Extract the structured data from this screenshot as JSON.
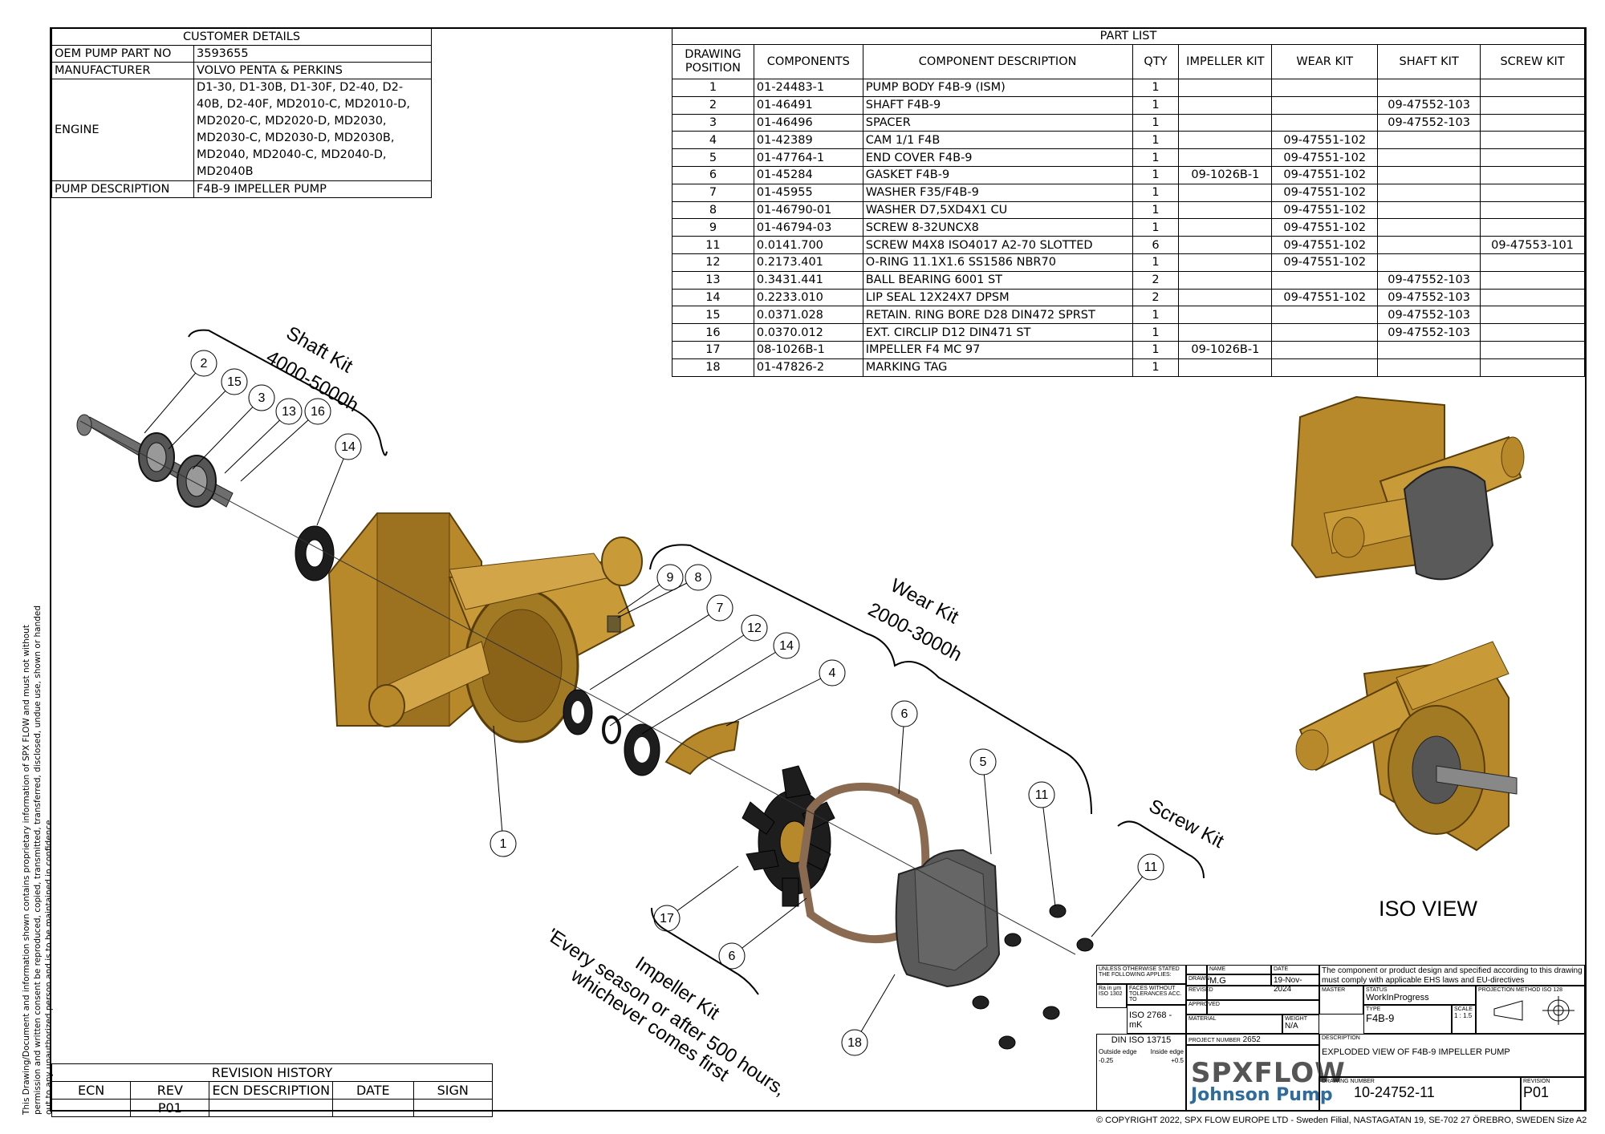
{
  "customer": {
    "title": "CUSTOMER DETAILS",
    "rows": [
      {
        "label": "OEM PUMP PART NO",
        "value": "3593655"
      },
      {
        "label": "MANUFACTURER",
        "value": "VOLVO PENTA & PERKINS"
      },
      {
        "label": "ENGINE",
        "value": "D1-30, D1-30B, D1-30F, D2-40, D2-40B, D2-40F, MD2010-C, MD2010-D, MD2020-C, MD2020-D, MD2030, MD2030-C, MD2030-D, MD2030B, MD2040, MD2040-C, MD2040-D, MD2040B"
      },
      {
        "label": "PUMP DESCRIPTION",
        "value": "F4B-9 IMPELLER PUMP"
      }
    ]
  },
  "part_list": {
    "title": "PART LIST",
    "headers": [
      "DRAWING POSITION",
      "COMPONENTS",
      "COMPONENT DESCRIPTION",
      "QTY",
      "IMPELLER KIT",
      "WEAR KIT",
      "SHAFT KIT",
      "SCREW KIT"
    ],
    "rows": [
      [
        "1",
        "01-24483-1",
        "PUMP BODY F4B-9 (ISM)",
        "1",
        "",
        "",
        "",
        ""
      ],
      [
        "2",
        "01-46491",
        "SHAFT F4B-9",
        "1",
        "",
        "",
        "09-47552-103",
        ""
      ],
      [
        "3",
        "01-46496",
        "SPACER",
        "1",
        "",
        "",
        "09-47552-103",
        ""
      ],
      [
        "4",
        "01-42389",
        "CAM 1/1 F4B",
        "1",
        "",
        "09-47551-102",
        "",
        ""
      ],
      [
        "5",
        "01-47764-1",
        "END COVER F4B-9",
        "1",
        "",
        "09-47551-102",
        "",
        ""
      ],
      [
        "6",
        "01-45284",
        "GASKET F4B-9",
        "1",
        "09-1026B-1",
        "09-47551-102",
        "",
        ""
      ],
      [
        "7",
        "01-45955",
        "WASHER F35/F4B-9",
        "1",
        "",
        "09-47551-102",
        "",
        ""
      ],
      [
        "8",
        "01-46790-01",
        "WASHER D7,5XD4X1 CU",
        "1",
        "",
        "09-47551-102",
        "",
        ""
      ],
      [
        "9",
        "01-46794-03",
        "SCREW 8-32UNCX8",
        "1",
        "",
        "09-47551-102",
        "",
        ""
      ],
      [
        "11",
        "0.0141.700",
        "SCREW M4X8 ISO4017 A2-70 SLOTTED",
        "6",
        "",
        "09-47551-102",
        "",
        "09-47553-101"
      ],
      [
        "12",
        "0.2173.401",
        "O-RING 11.1X1.6 SS1586 NBR70",
        "1",
        "",
        "09-47551-102",
        "",
        ""
      ],
      [
        "13",
        "0.3431.441",
        "BALL BEARING 6001 ST",
        "2",
        "",
        "",
        "09-47552-103",
        ""
      ],
      [
        "14",
        "0.2233.010",
        "LIP SEAL 12X24X7 DPSM",
        "2",
        "",
        "09-47551-102",
        "09-47552-103",
        ""
      ],
      [
        "15",
        "0.0371.028",
        "RETAIN. RING BORE D28 DIN472 SPRST",
        "1",
        "",
        "",
        "09-47552-103",
        ""
      ],
      [
        "16",
        "0.0370.012",
        "EXT. CIRCLIP D12 DIN471 ST",
        "1",
        "",
        "",
        "09-47552-103",
        ""
      ],
      [
        "17",
        "08-1026B-1",
        "IMPELLER F4 MC 97",
        "1",
        "09-1026B-1",
        "",
        "",
        ""
      ],
      [
        "18",
        "01-47826-2",
        "MARKING TAG",
        "1",
        "",
        "",
        "",
        ""
      ]
    ]
  },
  "revision": {
    "title": "REVISION HISTORY",
    "headers": [
      "ECN",
      "REV",
      "ECN DESCRIPTION",
      "DATE",
      "SIGN"
    ],
    "rows": [
      [
        "",
        "P01",
        "",
        "",
        ""
      ]
    ]
  },
  "kits": {
    "shaft": {
      "name": "Shaft Kit",
      "hours": "4000-5000h"
    },
    "wear": {
      "name": "Wear Kit",
      "hours": "2000-3000h"
    },
    "screw": {
      "name": "Screw Kit"
    },
    "impeller": {
      "name": "Impeller Kit",
      "note1": "'Every season or after 500 hours,",
      "note2": "whichever comes first"
    }
  },
  "callouts": [
    "2",
    "15",
    "3",
    "13",
    "16",
    "14",
    "9",
    "8",
    "7",
    "12",
    "14",
    "4",
    "6",
    "5",
    "11",
    "11",
    "1",
    "17",
    "6",
    "18"
  ],
  "iso_view": "ISO VIEW",
  "side_note": "This Drawing/Document and information shown contains proprietary information of SPX FLOW and must not without permission and written consent be reproduced, copied, transmitted, transferred, disclosed, undue use, shown or handed out to any unauthorized person and is to be maintained in confidence.",
  "title_block": {
    "unless": "UNLESS OTHERWISE STATED THE FOLLOWING APPLIES:",
    "ra": "Ra in μm ISO 1302",
    "faces": "FACES WITHOUT TOLERANCES ACC. TO",
    "iso2768": "ISO 2768 - mK",
    "name_lbl": "NAME",
    "date_lbl": "DATE",
    "drawn_lbl": "DRAWN",
    "drawn": "M.G",
    "date": "19-Nov-2024",
    "revised_lbl": "REVISED",
    "approved_lbl": "APPROVED",
    "material_lbl": "MATERIAL",
    "weight_lbl": "WEIGHT",
    "weight": "N/A",
    "compliance": "The component or product design and specified according to this drawing must comply with applicable EHS laws and EU-directives",
    "master_lbl": "MASTER",
    "status_lbl": "STATUS",
    "status": "WorkInProgress",
    "type_lbl": "TYPE",
    "type": "F4B-9",
    "scale_lbl": "SCALE",
    "scale": "1 : 1.5",
    "projection_lbl": "PROJECTION METHOD ISO 128",
    "din": "DIN ISO 13715",
    "outside": "Outside edge",
    "inside": "Inside edge",
    "outside_val": "-0.25",
    "inside_val": "+0.5",
    "project_lbl": "PROJECT NUMBER",
    "project": "2652",
    "desc_lbl": "DESCRIPTION",
    "description": "EXPLODED VIEW OF F4B-9 IMPELLER PUMP",
    "drawing_lbl": "DRAWING NUMBER",
    "drawing_number": "10-24752-11",
    "revision_lbl": "REVISION",
    "revision": "P01",
    "logo_main": "SPXFLOW",
    "logo_sub": "Johnson Pump"
  },
  "copyright": "© COPYRIGHT 2022, SPX FLOW EUROPE LTD - Sweden Filial, NASTAGATAN 19, SE-702 27 ÖREBRO, SWEDEN",
  "size": "Size  A2",
  "colors": {
    "brass": "#b8892a",
    "rubber": "#1d1d1d",
    "cover": "#5a5a5a",
    "gasket": "#a88a70"
  }
}
